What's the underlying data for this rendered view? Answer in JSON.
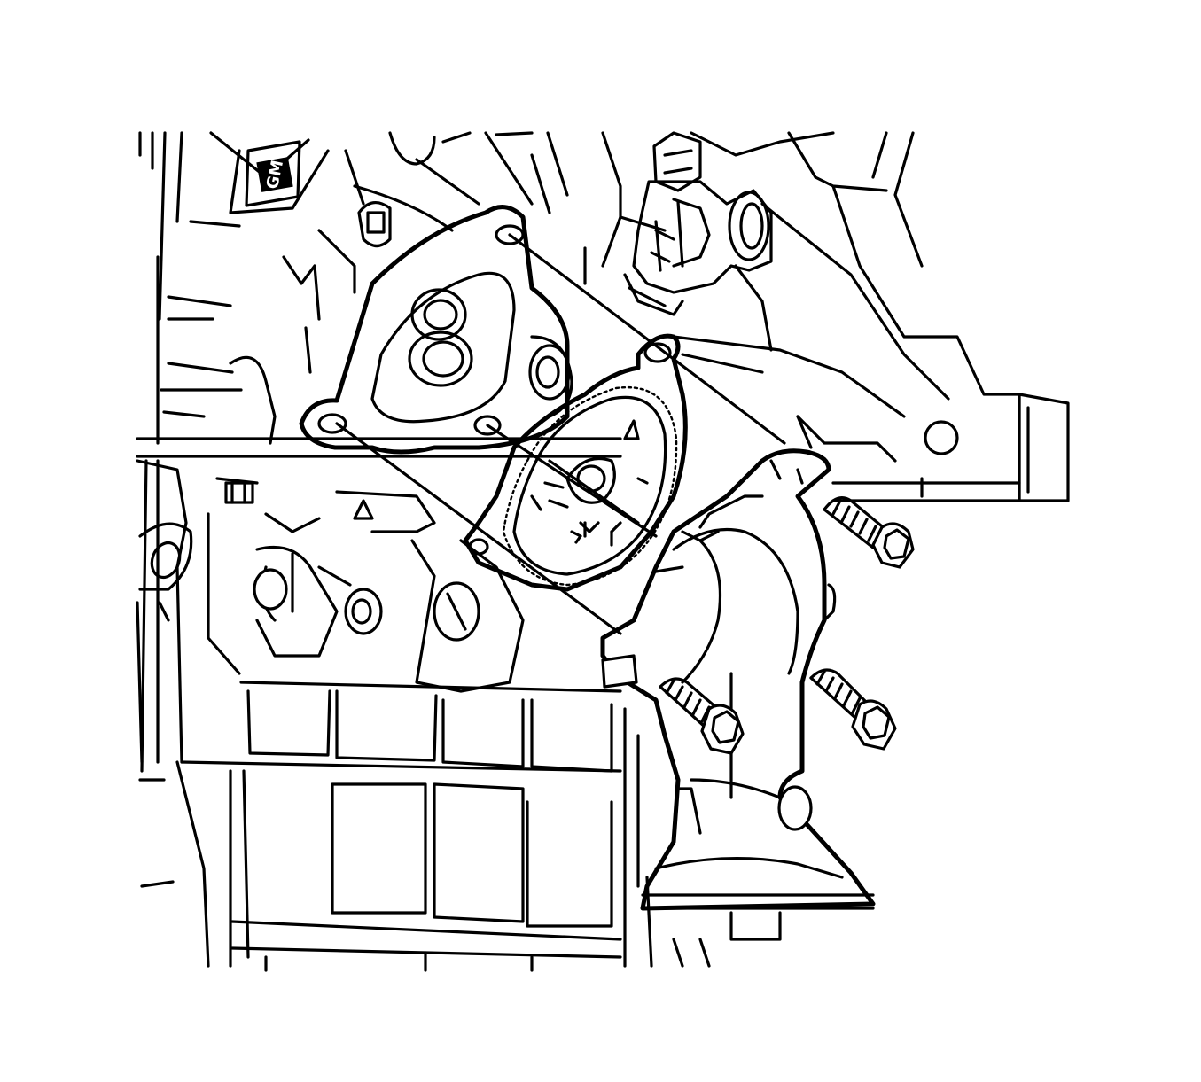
{
  "figure": {
    "background": "#ffffff",
    "line_color": "#000000",
    "logo_text": "GM",
    "components": [
      "engine-block",
      "oil-pan",
      "water-pump-housing",
      "gasket",
      "water-outlet",
      "sensor-connector",
      "bolts"
    ]
  }
}
